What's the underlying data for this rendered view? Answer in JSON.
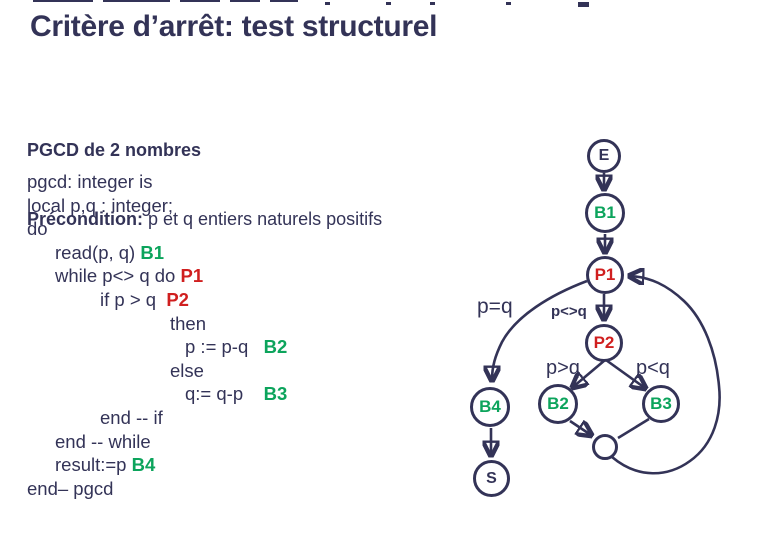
{
  "colors": {
    "navy": "#333357",
    "green": "#0CA45C",
    "red": "#D01F1F"
  },
  "title": "Critère d’arrêt: test structurel",
  "intro": {
    "line1": "PGCD de 2 nombres",
    "line2_bold": "Précondition:",
    "line2_rest": " p et q entiers naturels positifs"
  },
  "code": {
    "lines": [
      {
        "text": "pgcd: integer is",
        "label": ""
      },
      {
        "text": "local p,q : integer;",
        "label": ""
      },
      {
        "text": "do",
        "label": ""
      },
      {
        "text": "read(p, q) ",
        "label": "B1"
      },
      {
        "text": "while p<> q do ",
        "label": "P1"
      },
      {
        "text": "if p > q  ",
        "label": "P2"
      },
      {
        "text": "then",
        "label": ""
      },
      {
        "text": "p := p-q   ",
        "label": "B2"
      },
      {
        "text": "else",
        "label": ""
      },
      {
        "text": "q:= q-p    ",
        "label": "B3"
      },
      {
        "text": "end -- if",
        "label": ""
      },
      {
        "text": "end -- while",
        "label": ""
      },
      {
        "text": "result:=p ",
        "label": "B4"
      },
      {
        "text": "end– pgcd",
        "label": ""
      }
    ]
  },
  "diagram": {
    "nodes": {
      "E": "E",
      "B1": "B1",
      "P1": "P1",
      "P2": "P2",
      "B2": "B2",
      "B3": "B3",
      "B4": "B4",
      "S": "S",
      "junction": ""
    },
    "edge_labels": {
      "p_eq_q": "p=q",
      "p_neq_q": "p<>q",
      "p_gt_q": "p>q",
      "p_lt_q": "p<q"
    }
  }
}
